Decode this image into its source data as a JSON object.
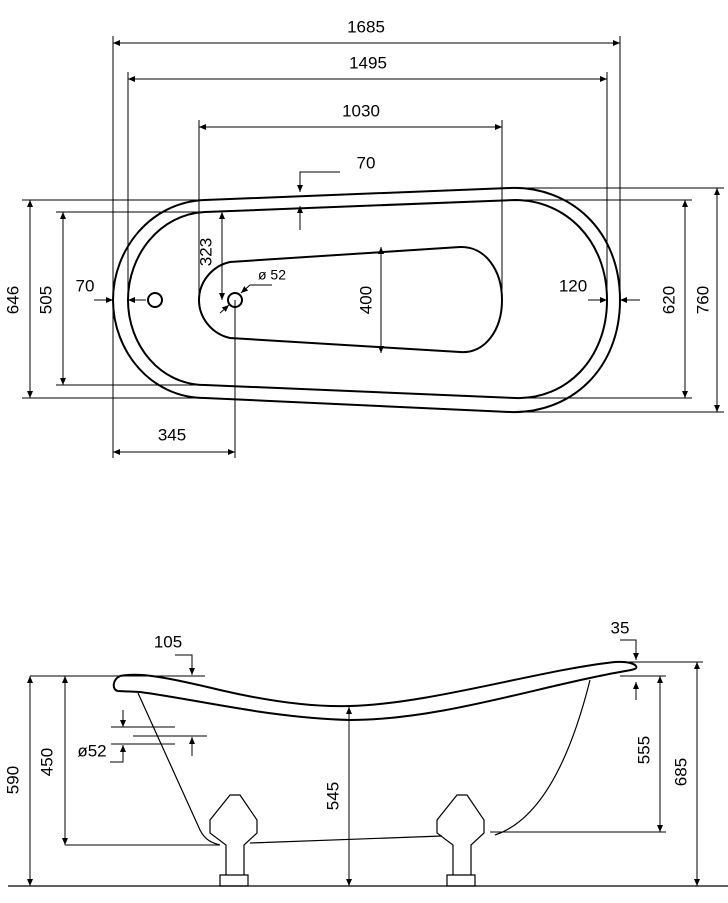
{
  "top_view": {
    "overall_length": "1685",
    "inner_length": "1495",
    "basin_length": "1030",
    "rim_width": "70",
    "outer_width_left": "646",
    "inner_width_left": "505",
    "rim_left": "70",
    "overflow_offset": "323",
    "drain_diameter": "ø 52",
    "basin_width": "400",
    "rim_right": "120",
    "inner_width_right": "620",
    "outer_width_right": "760",
    "drain_position": "345"
  },
  "side_view": {
    "rim_left_drop": "105",
    "rim_right_drop": "35",
    "overflow_diameter": "ø52",
    "height_left_total": "590",
    "height_left_body": "450",
    "depth_center": "545",
    "height_right_body": "555",
    "height_right_total": "685"
  }
}
